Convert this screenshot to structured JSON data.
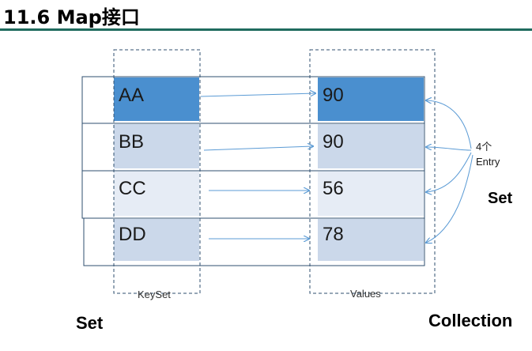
{
  "title": "11.6 Map接口",
  "colors": {
    "title_rule": "#1f6b5e",
    "row_a": "#4a8fcf",
    "row_b": "#cbd8ea",
    "row_c": "#e6ecf5",
    "row_d": "#cbd8ea",
    "arrow": "#5b9bd5",
    "border": "#2f4f6f"
  },
  "keys": [
    "AA",
    "BB",
    "CC",
    "DD"
  ],
  "values": [
    "90",
    "90",
    "56",
    "78"
  ],
  "keyset_label": "KeySet",
  "values_label": "Values",
  "entry_label_line1": "4个",
  "entry_label_line2": "Entry",
  "set_right_label": "Set",
  "set_bottom_label": "Set",
  "collection_label": "Collection"
}
